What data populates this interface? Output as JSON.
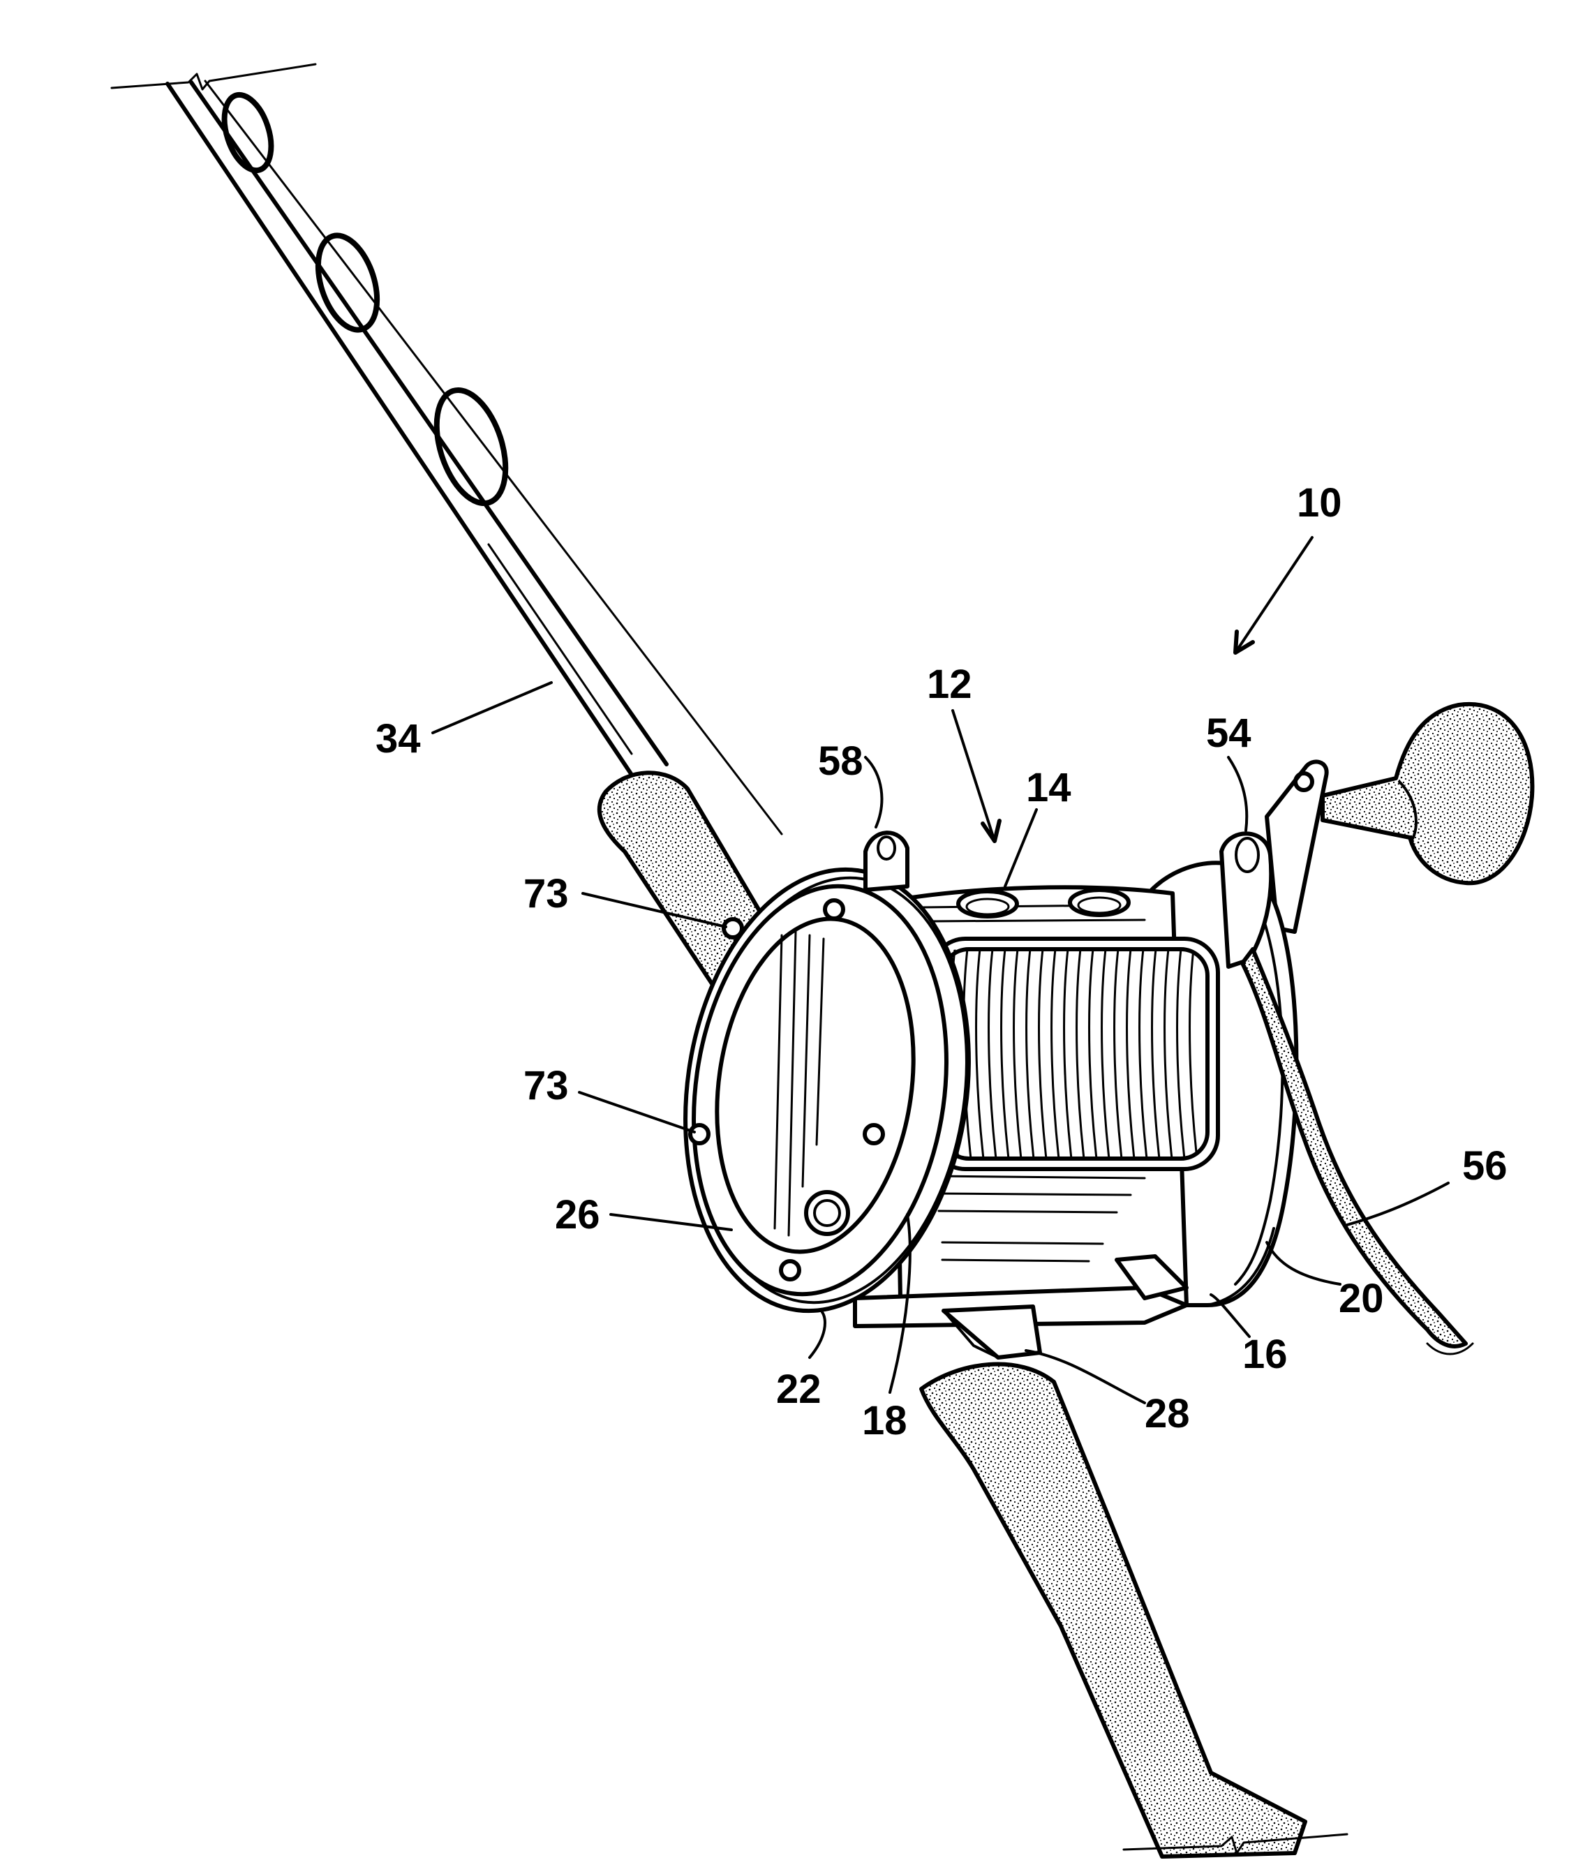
{
  "figure": {
    "reference_numerals": [
      {
        "id": "10",
        "text": "10"
      },
      {
        "id": "12",
        "text": "12"
      },
      {
        "id": "14",
        "text": "14"
      },
      {
        "id": "16",
        "text": "16"
      },
      {
        "id": "18",
        "text": "18"
      },
      {
        "id": "20",
        "text": "20"
      },
      {
        "id": "22",
        "text": "22"
      },
      {
        "id": "26",
        "text": "26"
      },
      {
        "id": "28",
        "text": "28"
      },
      {
        "id": "34",
        "text": "34"
      },
      {
        "id": "54",
        "text": "54"
      },
      {
        "id": "56",
        "text": "56"
      },
      {
        "id": "58",
        "text": "58"
      },
      {
        "id": "73a",
        "text": "73"
      },
      {
        "id": "73b",
        "text": "73"
      }
    ]
  }
}
